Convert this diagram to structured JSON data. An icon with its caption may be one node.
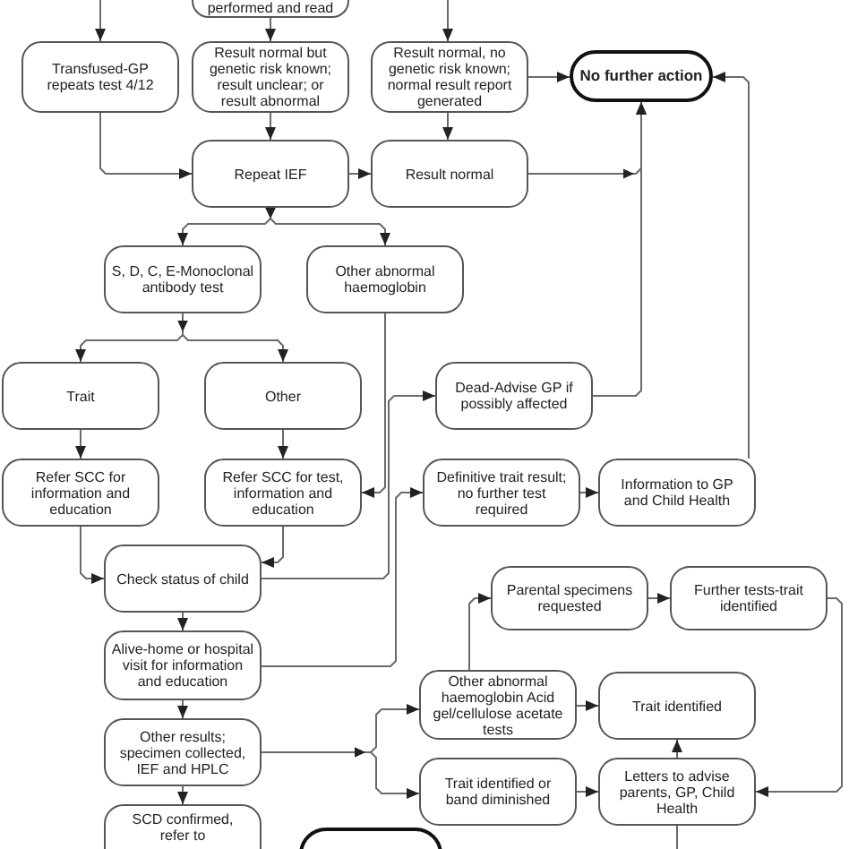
{
  "diagram": {
    "nodes": [
      {
        "text": [
          "performed and read"
        ]
      },
      {
        "text": [
          "Transfused-GP repeats test 4/12"
        ]
      },
      {
        "text": [
          "Result normal but genetic risk known; result unclear; or result abnormal"
        ]
      },
      {
        "text": [
          "Result normal, no genetic risk known; normal result report generated"
        ]
      },
      {
        "text": [
          "No further action"
        ]
      },
      {
        "text": [
          "Repeat IEF"
        ]
      },
      {
        "text": [
          "Result normal"
        ]
      },
      {
        "text": [
          "S, D, C, E-Monoclonal antibody test"
        ]
      },
      {
        "text": [
          "Other abnormal haemoglobin"
        ]
      },
      {
        "text": [
          "Trait"
        ]
      },
      {
        "text": [
          "Other"
        ]
      },
      {
        "text": [
          "Dead-Advise GP if possibly affected"
        ]
      },
      {
        "text": [
          "Refer SCC for information and education"
        ]
      },
      {
        "text": [
          "Refer SCC for test, information and education"
        ]
      },
      {
        "text": [
          "Definitive trait result; no further test required"
        ]
      },
      {
        "text": [
          "Information to GP and Child Health"
        ]
      },
      {
        "text": [
          "Check status of child"
        ]
      },
      {
        "text": [
          "Parental specimens requested"
        ]
      },
      {
        "text": [
          "Further tests-trait identified"
        ]
      },
      {
        "text": [
          "Alive-home or hospital visit for information and education"
        ]
      },
      {
        "text": [
          "Other abnormal haemoglobin Acid gel/cellulose acetate tests"
        ]
      },
      {
        "text": [
          "Trait identified"
        ]
      },
      {
        "text": [
          "Other results; specimen collected, IEF and HPLC"
        ]
      },
      {
        "text": [
          "Trait identified or band diminished"
        ]
      },
      {
        "text": [
          "Letters to advise parents, GP, Child Health"
        ]
      },
      {
        "text": [
          "SCD confirmed, refer to"
        ]
      },
      {
        "text": [],
        "shape": "box"
      }
    ],
    "edges": [
      {
        "from": null,
        "to": 1,
        "arrow": "to"
      },
      {
        "from": 0,
        "to": 2,
        "arrow": "to"
      },
      {
        "from": null,
        "to": 3,
        "arrow": "to"
      },
      {
        "from": 1,
        "to": 5,
        "arrow": "to"
      },
      {
        "from": 2,
        "to": 5,
        "arrow": "to"
      },
      {
        "from": 3,
        "to": 4,
        "arrow": "to"
      },
      {
        "from": 3,
        "to": 6,
        "arrow": "to"
      },
      {
        "from": 5,
        "to": 6,
        "arrow": "to"
      },
      {
        "from": 6,
        "to": 4,
        "arrow": "to"
      },
      {
        "from": 5,
        "to": 7,
        "arrow": "to"
      },
      {
        "from": 5,
        "to": 8,
        "arrow": "to"
      },
      {
        "from": 7,
        "to": 9,
        "arrow": "to"
      },
      {
        "from": 7,
        "to": 10,
        "arrow": "to"
      },
      {
        "from": 8,
        "to": 13,
        "arrow": "to"
      },
      {
        "from": 9,
        "to": 12,
        "arrow": "to"
      },
      {
        "from": 10,
        "to": 13,
        "arrow": "to"
      },
      {
        "from": 11,
        "to": 4,
        "arrow": "to"
      },
      {
        "from": 12,
        "to": 16,
        "arrow": "to"
      },
      {
        "from": 13,
        "to": 16,
        "arrow": "to"
      },
      {
        "from": 14,
        "to": 15,
        "arrow": "to"
      },
      {
        "from": 15,
        "to": 4,
        "arrow": "to"
      },
      {
        "from": 16,
        "to": 11,
        "arrow": "to"
      },
      {
        "from": 16,
        "to": 19,
        "arrow": "to"
      },
      {
        "from": 17,
        "to": 18,
        "arrow": "to"
      },
      {
        "from": 18,
        "to": 24,
        "arrow": "to"
      },
      {
        "from": 19,
        "to": 14,
        "arrow": "to"
      },
      {
        "from": 19,
        "to": 22,
        "arrow": "to"
      },
      {
        "from": 20,
        "to": 17,
        "arrow": "to"
      },
      {
        "from": 20,
        "to": 21,
        "arrow": "to"
      },
      {
        "from": 22,
        "to": 20,
        "arrow": "to"
      },
      {
        "from": 22,
        "to": 23,
        "arrow": "to"
      },
      {
        "from": 22,
        "to": 25,
        "arrow": "to"
      },
      {
        "from": 23,
        "to": 24,
        "arrow": "to"
      },
      {
        "from": 24,
        "to": 21,
        "arrow": "to"
      },
      {
        "from": 24,
        "to": null,
        "arrow": "none"
      }
    ]
  }
}
